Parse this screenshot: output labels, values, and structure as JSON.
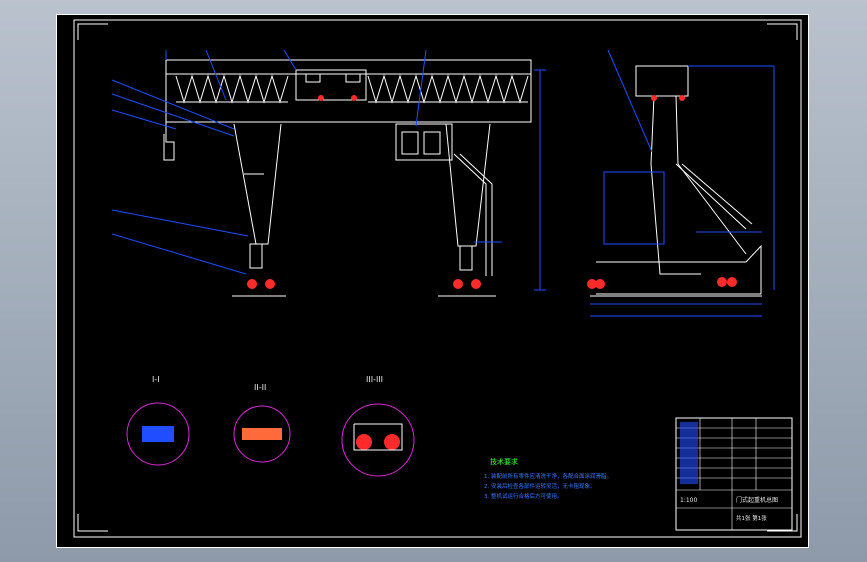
{
  "drawing": {
    "section_labels": [
      "I-I",
      "II-II",
      "III-III"
    ],
    "tech_heading": "技术要求",
    "tech_notes": [
      "1. 装配前所有零件应清洗干净，各配合面涂润滑脂。",
      "2. 安装后检查各部件运转灵活，无卡阻现象。",
      "3. 整机试运行合格后方可使用。"
    ],
    "scale": "1:100",
    "title_block": {
      "title": "门式起重机总图",
      "sheet": "共1张 第1张"
    }
  },
  "colors": {
    "background": "#000000",
    "line": "#ffffff",
    "dimension": "#1f4dff",
    "mark": "#ff2a2a",
    "circle": "#d829d8"
  }
}
